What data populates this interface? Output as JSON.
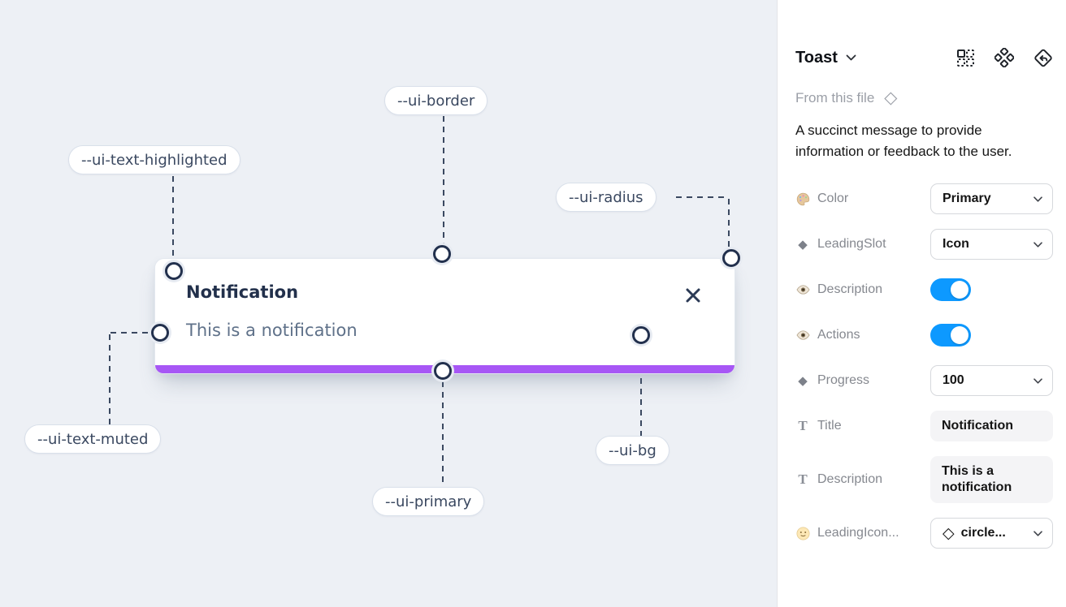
{
  "canvas": {
    "toast": {
      "title": "Notification",
      "description": "This is a notification"
    },
    "labels": {
      "border": "--ui-border",
      "text_highlighted": "--ui-text-highlighted",
      "radius": "--ui-radius",
      "text_muted": "--ui-text-muted",
      "primary": "--ui-primary",
      "bg": "--ui-bg"
    },
    "colors": {
      "canvas_bg": "#edf0f5",
      "primary_bar": "#a757f5",
      "connector_line": "#3a4860"
    }
  },
  "panel": {
    "title": "Toast",
    "source_label": "From this file",
    "description": "A succinct message to provide information or feedback to the user.",
    "icons": {
      "diamond_filled": "◆",
      "diamond_outline": "◇"
    },
    "colors": {
      "toggle_on": "#0d99ff"
    },
    "rows": [
      {
        "label": "Color",
        "icon": "palette-icon",
        "control": "select",
        "value": "Primary"
      },
      {
        "label": "LeadingSlot",
        "icon": "diamond-icon",
        "control": "select",
        "value": "Icon"
      },
      {
        "label": "Description",
        "icon": "eye-icon",
        "control": "toggle",
        "value": "on"
      },
      {
        "label": "Actions",
        "icon": "eye-icon",
        "control": "toggle",
        "value": "on"
      },
      {
        "label": "Progress",
        "icon": "diamond-icon",
        "control": "select",
        "value": "100"
      },
      {
        "label": "Title",
        "icon": "text-icon",
        "control": "text",
        "value": "Notification"
      },
      {
        "label": "Description",
        "icon": "text-icon",
        "control": "text",
        "value": "This is a notification"
      },
      {
        "label": "LeadingIcon...",
        "icon": "smiley-icon",
        "control": "select",
        "value": "circle..."
      }
    ]
  }
}
